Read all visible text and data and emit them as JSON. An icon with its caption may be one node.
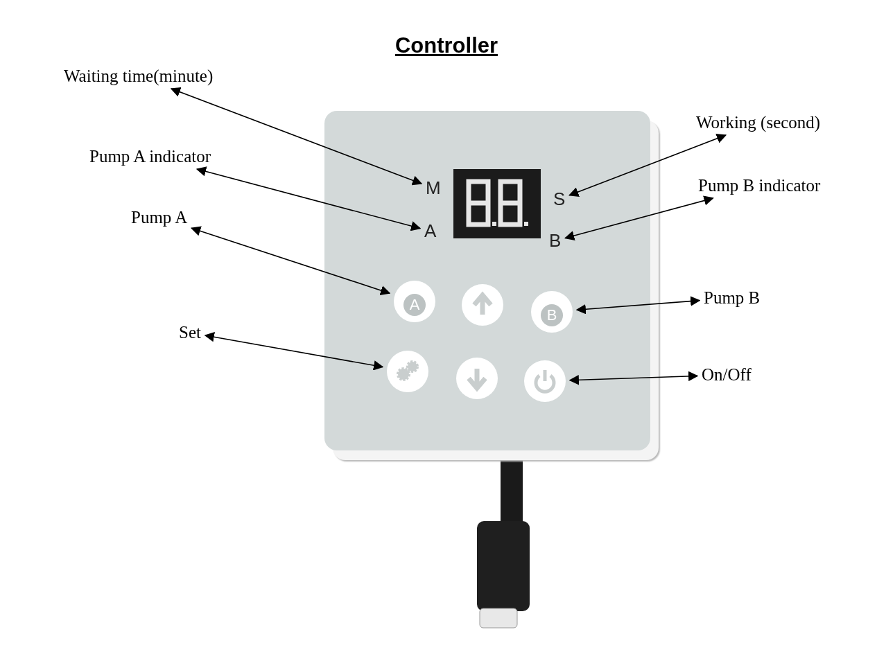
{
  "diagram": {
    "title": "Controller",
    "nodes": [
      {
        "text": [
          "Waiting time(minute)"
        ]
      },
      {
        "text": [
          "Pump A indicator"
        ]
      },
      {
        "text": [
          "Pump A"
        ]
      },
      {
        "text": [
          "Set"
        ]
      },
      {
        "text": [
          "Working (second)"
        ]
      },
      {
        "text": [
          "Pump B indicator"
        ]
      },
      {
        "text": [
          "Pump B"
        ]
      },
      {
        "text": [
          "On/Off"
        ]
      },
      {
        "text": [],
        "shape": "box"
      },
      {
        "text": [
          "M"
        ],
        "in": 8
      },
      {
        "text": [
          "S"
        ],
        "in": 8
      },
      {
        "text": [
          "A"
        ],
        "in": 8
      },
      {
        "text": [
          "B"
        ],
        "in": 8
      },
      {
        "text": [
          "A"
        ],
        "in": 8
      },
      {
        "text": [],
        "shape": "circle",
        "in": 8
      },
      {
        "text": [
          "B"
        ],
        "in": 8
      },
      {
        "text": [],
        "shape": "circle",
        "in": 8
      },
      {
        "text": [],
        "shape": "circle",
        "in": 8
      },
      {
        "text": [],
        "shape": "circle",
        "in": 8
      }
    ],
    "edges": [
      {
        "from": 0,
        "to": 9,
        "arrow": "both"
      },
      {
        "from": 1,
        "to": 11,
        "arrow": "both"
      },
      {
        "from": 2,
        "to": 13,
        "arrow": "both"
      },
      {
        "from": 3,
        "to": 16,
        "arrow": "both"
      },
      {
        "from": 4,
        "to": 10,
        "arrow": "both"
      },
      {
        "from": 5,
        "to": 12,
        "arrow": "both"
      },
      {
        "from": 6,
        "to": 15,
        "arrow": "both"
      },
      {
        "from": 7,
        "to": 18,
        "arrow": "both"
      }
    ]
  }
}
